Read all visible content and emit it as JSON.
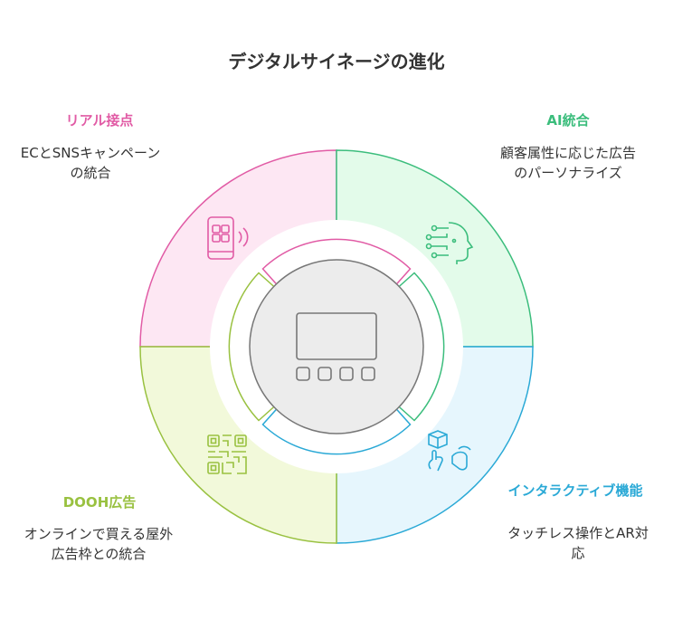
{
  "title": "デジタルサイネージの進化",
  "segments": [
    {
      "label": "リアル接点",
      "description": "ECとSNSキャンペーンの統合",
      "icon": "smartphone-icon",
      "color": "#e15ba5",
      "fill": "#fde7f3"
    },
    {
      "label": "AI統合",
      "description": "顧客属性に応じた広告のパーソナライズ",
      "icon": "ai-head-icon",
      "color": "#3bbd7c",
      "fill": "#e3fbea"
    },
    {
      "label": "インタラクティブ機能",
      "description": "タッチレス操作とAR対応",
      "icon": "touchless-ar-icon",
      "color": "#2aa9d6",
      "fill": "#e6f6fd"
    },
    {
      "label": "DOOH広告",
      "description": "オンラインで買える屋外広告枠との統合",
      "icon": "qr-code-icon",
      "color": "#99c140",
      "fill": "#f2f9da"
    }
  ],
  "center_icon": "digital-signage-display-icon"
}
